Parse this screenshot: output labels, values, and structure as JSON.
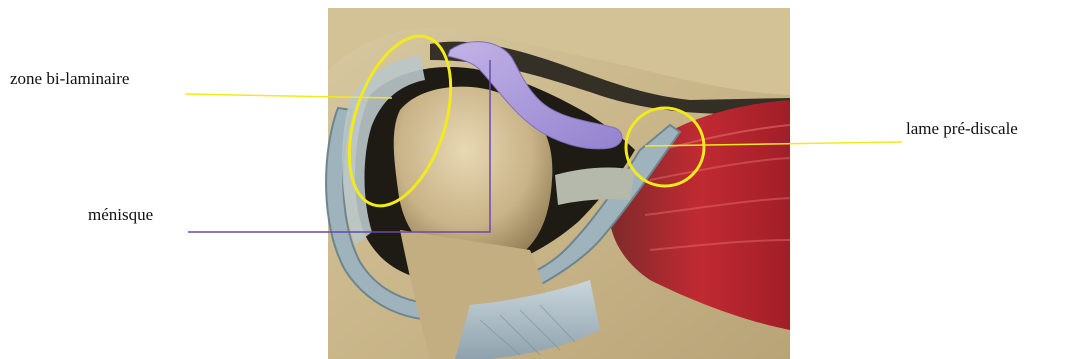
{
  "labels": {
    "zone_bilaminaire": "zone bi-laminaire",
    "menisque": "ménisque",
    "lame_prediscale": "lame pré-discale"
  },
  "colors": {
    "background": "#ffffff",
    "highlight_yellow": "#f2ea1c",
    "menisque_purple": "#a593d6",
    "leader_purple": "#6a4aa8",
    "bone_tan": "#cbb88e",
    "muscle_red": "#b3262e",
    "capsule_blue_gray": "#9fb3bd"
  },
  "icons": [
    "anatomy-illustration"
  ]
}
